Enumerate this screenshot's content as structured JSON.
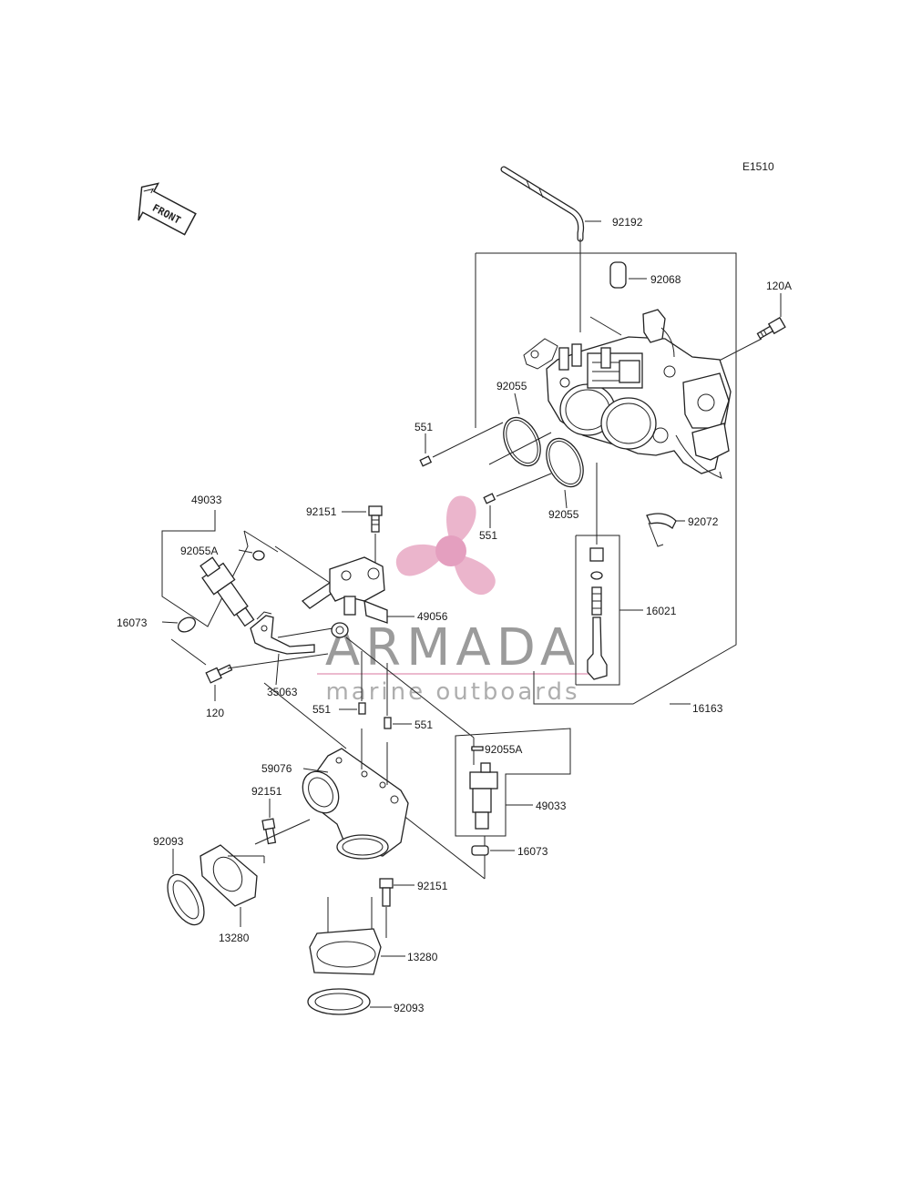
{
  "diagram_code": "E1510",
  "front_label": "FRONT",
  "watermark": {
    "brand": "ARMADA",
    "tagline": "marine outboards",
    "color_logo": "#e8a9c4",
    "color_brand": "#7a7a7a",
    "color_tagline": "#9a9a9a"
  },
  "part_labels": [
    "92192",
    "92068",
    "120A",
    "92055",
    "551",
    "92055",
    "551",
    "92072",
    "16021",
    "16163",
    "49033",
    "92151",
    "92055A",
    "49056",
    "16073",
    "35063",
    "120",
    "551",
    "551",
    "92055A",
    "59076",
    "92151",
    "49033",
    "16073",
    "92093",
    "92151",
    "13280",
    "13280",
    "92093"
  ]
}
